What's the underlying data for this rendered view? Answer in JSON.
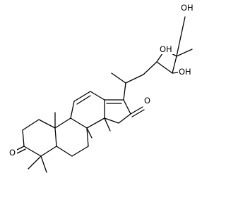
{
  "molecule": {
    "bond_color": "#000000",
    "background": "#ffffff",
    "atom_labels": [
      {
        "id": "oh-top",
        "text": "OH"
      },
      {
        "id": "oh-upper",
        "text": "OH"
      },
      {
        "id": "oh-lower",
        "text": "OH"
      },
      {
        "id": "o-ketone-right",
        "text": "O"
      },
      {
        "id": "o-ketone-left",
        "text": "O"
      }
    ]
  }
}
